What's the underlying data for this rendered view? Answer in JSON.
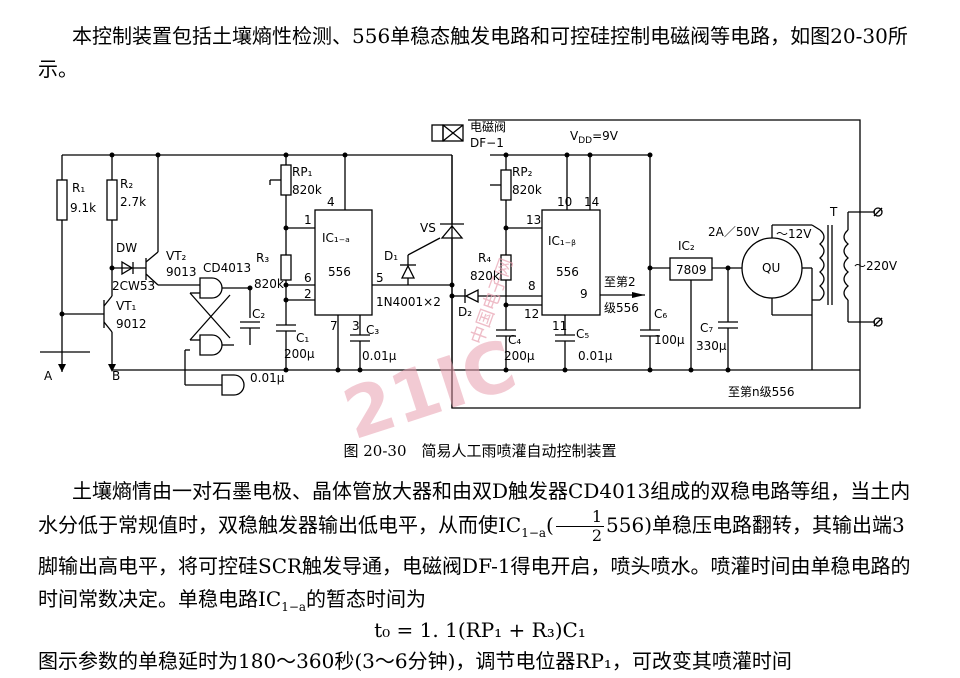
{
  "intro": "本控制装置包括土壤熵性检测、556单稳态触发电路和可控硅控制电磁阀等电路，如图20-30所示。",
  "caption": "图 20-30　简易人工雨喷灌自动控制装置",
  "body_text_a": "土壤熵情由一对石墨电极、晶体管放大器和由双D触发器CD4013组成的双稳电路等组，当土内水分低于常规值时，双稳触发器输出低电平，从而使IC",
  "body_text_a_sub": "1−a",
  "body_text_frac_num": "1",
  "body_text_frac_den": "2",
  "body_text_b": "556)单稳压电路翻转，其输出端3脚输出高电平，将可控硅SCR触发导通，电磁阀DF-1得电开启，喷头喷水。喷灌时间由单稳电路的时间常数决定。单稳电路IC",
  "body_text_b_sub": "1−a",
  "body_text_c": "的暂态时间为",
  "formula": "t₀ = 1. 1(RP₁ + R₃)C₁",
  "last_line": "图示参数的单稳延时为180～360秒(3～6分钟)，调节电位器RP₁，可改变其喷灌时间",
  "watermark": "21IC",
  "watermark_cn": "中国电子网",
  "circuit": {
    "R1": "R₁",
    "R1v": "9.1k",
    "R2": "R₂",
    "R2v": "2.7k",
    "DW": "DW",
    "DWv": "2CW53",
    "VT1": "VT₁",
    "VT1v": "9012",
    "VT2": "VT₂",
    "VT2v": "9013",
    "cd4013": "CD4013",
    "RP1": "RP₁",
    "RP1v": "820k",
    "R3": "R₃",
    "R3v": "820k",
    "IC1a": "IC₁₋ₐ",
    "IC1a_type": "556",
    "C2": "C₂",
    "C1": "C₁",
    "C1v": "200μ",
    "C3": "C₃",
    "C3v": "0.01μ",
    "C0v": "0.01μ",
    "VS": "VS",
    "D1": "D₁",
    "D2": "D₂",
    "Dv": "1N4001×2",
    "valve": "电磁阀",
    "valve_id": "DF−1",
    "vdd": "V",
    "vdd_sub": "DD",
    "vdd_val": "=9V",
    "RP2": "RP₂",
    "RP2v": "820k",
    "R4": "R₄",
    "R4v": "820k",
    "IC1b": "IC₁₋ᵦ",
    "IC1b_type": "556",
    "C4": "C₄",
    "C4v": "200μ",
    "C5": "C₅",
    "C5v": "0.01μ",
    "to2": "至第2",
    "to2b": "级556",
    "C6": "C₆",
    "C6v": "100μ",
    "IC2": "IC₂",
    "IC2v": "7809",
    "C7": "C₇",
    "C7v": "330μ",
    "bridge": "QU",
    "bridge_rating": "2A／50V",
    "ac12": "～12V",
    "ac220": "～220V",
    "T": "T",
    "toN": "至第n级556",
    "A": "A",
    "B": "B",
    "pins": {
      "p4": "4",
      "p1": "1",
      "p6": "6",
      "p2": "2",
      "p5": "5",
      "p7": "7",
      "p3": "3",
      "p10": "10",
      "p14": "14",
      "p13": "13",
      "p8": "8",
      "p12": "12",
      "p9": "9",
      "p11": "11"
    }
  }
}
